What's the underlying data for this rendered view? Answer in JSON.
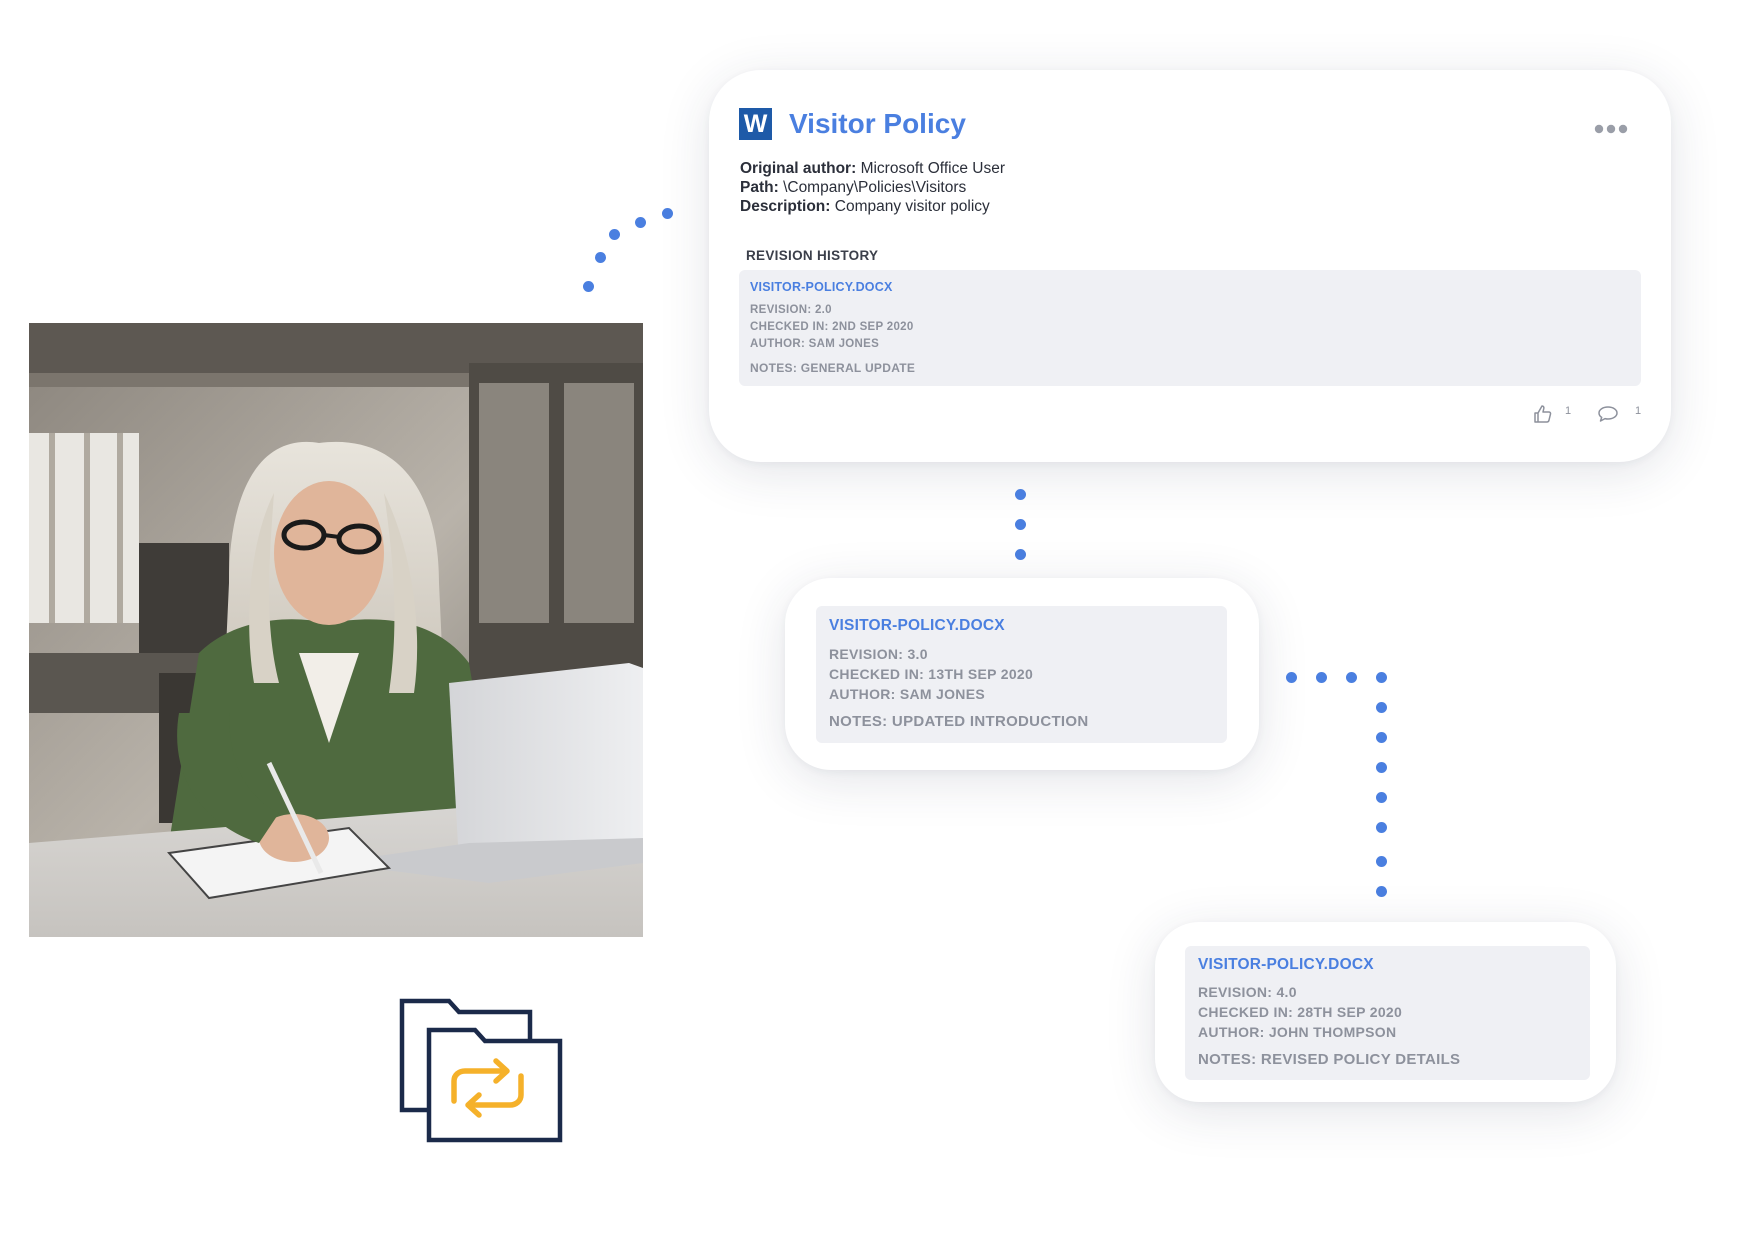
{
  "main_card": {
    "title": "Visitor Policy",
    "word_icon_letter": "W",
    "more_icon": "more-horizontal-icon",
    "original_author_label": "Original author:",
    "original_author_value": "Microsoft Office User",
    "path_label": "Path:",
    "path_value": "\\Company\\Policies\\Visitors",
    "description_label": "Description:",
    "description_value": "Company visitor policy",
    "revision_history_heading": "REVISION HISTORY",
    "revision": {
      "filename": "VISITOR-POLICY.DOCX",
      "revision": "REVISION: 2.0",
      "checked_in": "CHECKED IN: 2ND SEP 2020",
      "author": "AUTHOR: SAM JONES",
      "notes": "NOTES: GENERAL UPDATE"
    },
    "likes_count": "1",
    "comments_count": "1"
  },
  "revision_card_2": {
    "filename": "VISITOR-POLICY.DOCX",
    "revision": "REVISION: 3.0",
    "checked_in": "CHECKED IN: 13TH SEP 2020",
    "author": "AUTHOR: SAM JONES",
    "notes": "NOTES: UPDATED INTRODUCTION"
  },
  "revision_card_3": {
    "filename": "VISITOR-POLICY.DOCX",
    "revision": "REVISION: 4.0",
    "checked_in": "CHECKED IN: 28TH SEP 2020",
    "author": "AUTHOR: JOHN THOMPSON",
    "notes": "NOTES: REVISED POLICY DETAILS"
  },
  "colors": {
    "accent": "#4a7fe0",
    "word_blue": "#1e5aa8",
    "folder_navy": "#1b2a4a",
    "sync_orange": "#f5b12a"
  },
  "icons": [
    "word-doc-icon",
    "more-horizontal-icon",
    "thumbs-up-icon",
    "comment-icon",
    "folder-sync-icon"
  ]
}
